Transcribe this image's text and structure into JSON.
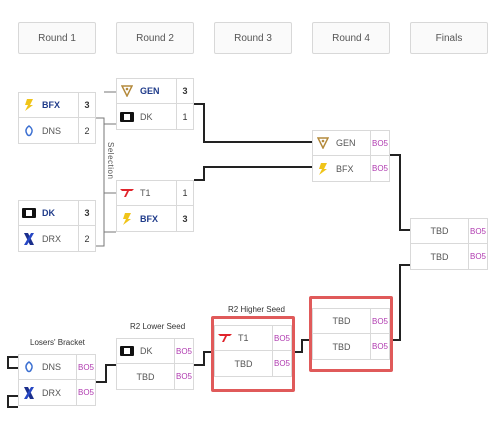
{
  "rounds": [
    "Round 1",
    "Round 2",
    "Round 3",
    "Round 4",
    "Finals"
  ],
  "labels": {
    "selection": "Selection",
    "losers_bracket": "Losers' Bracket",
    "r2_lower_seed": "R2 Lower Seed",
    "r2_higher_seed": "R2 Higher Seed"
  },
  "matches": {
    "r1_upper": {
      "team1": "BFX",
      "score1": "3",
      "team2": "DNS",
      "score2": "2"
    },
    "r1_lower": {
      "team1": "DK",
      "score1": "3",
      "team2": "DRX",
      "score2": "2"
    },
    "r2_upper": {
      "team1": "GEN",
      "score1": "3",
      "team2": "DK",
      "score2": "1"
    },
    "r2_lower": {
      "team1": "T1",
      "score1": "1",
      "team2": "BFX",
      "score2": "3"
    },
    "r4_upper": {
      "team1": "GEN",
      "score1": "BO5",
      "team2": "BFX",
      "score2": "BO5"
    },
    "finals": {
      "team1": "TBD",
      "score1": "BO5",
      "team2": "TBD",
      "score2": "BO5"
    },
    "lb_r1": {
      "team1": "DNS",
      "score1": "BO5",
      "team2": "DRX",
      "score2": "BO5"
    },
    "lb_r2": {
      "team1": "DK",
      "score1": "BO5",
      "team2": "TBD",
      "score2": "BO5"
    },
    "lb_r3": {
      "team1": "T1",
      "score1": "BO5",
      "team2": "TBD",
      "score2": "BO5"
    },
    "lb_r4": {
      "team1": "TBD",
      "score1": "BO5",
      "team2": "TBD",
      "score2": "BO5"
    }
  },
  "colors": {
    "accent_bo": "#b03ab0",
    "highlight": "#e05a5a",
    "winner_text": "#1f3b8a"
  }
}
